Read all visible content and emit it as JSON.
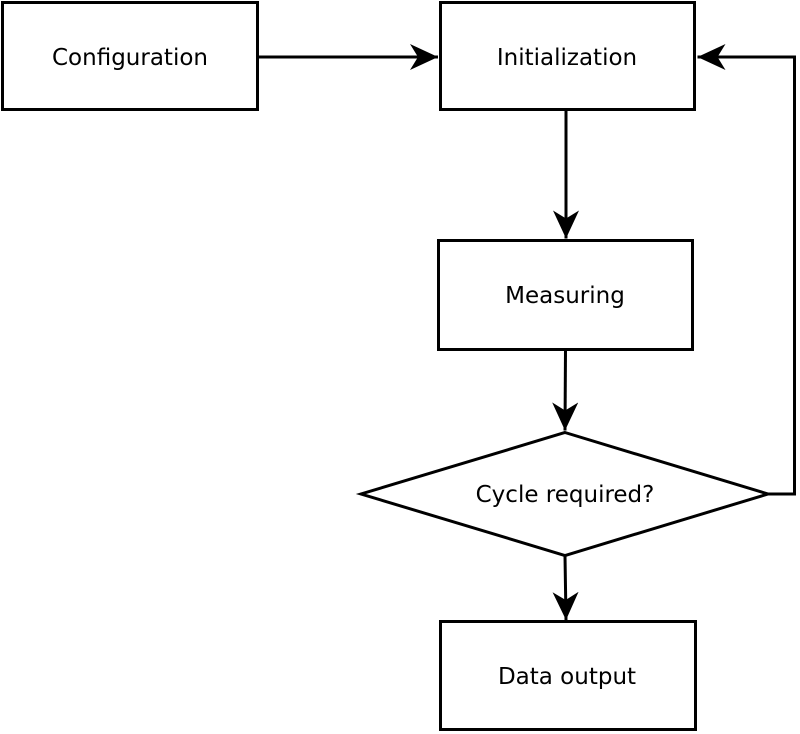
{
  "diagram": {
    "type": "flowchart",
    "background_color": "#ffffff",
    "stroke_color": "#000000",
    "text_color": "#000000",
    "nodes": {
      "configuration": {
        "label": "Configuration",
        "shape": "rectangle"
      },
      "initialization": {
        "label": "Initialization",
        "shape": "rectangle"
      },
      "measuring": {
        "label": "Measuring",
        "shape": "rectangle"
      },
      "decision": {
        "label": "Cycle required?",
        "shape": "diamond"
      },
      "data_output": {
        "label": "Data output",
        "shape": "rectangle"
      }
    },
    "edges": [
      {
        "from": "configuration",
        "to": "initialization",
        "style": "arrow"
      },
      {
        "from": "initialization",
        "to": "measuring",
        "style": "arrow"
      },
      {
        "from": "measuring",
        "to": "decision",
        "style": "arrow"
      },
      {
        "from": "decision",
        "to": "data_output",
        "style": "arrow"
      },
      {
        "from": "decision",
        "to": "initialization",
        "style": "arrow",
        "kind": "feedback-loop"
      }
    ]
  }
}
